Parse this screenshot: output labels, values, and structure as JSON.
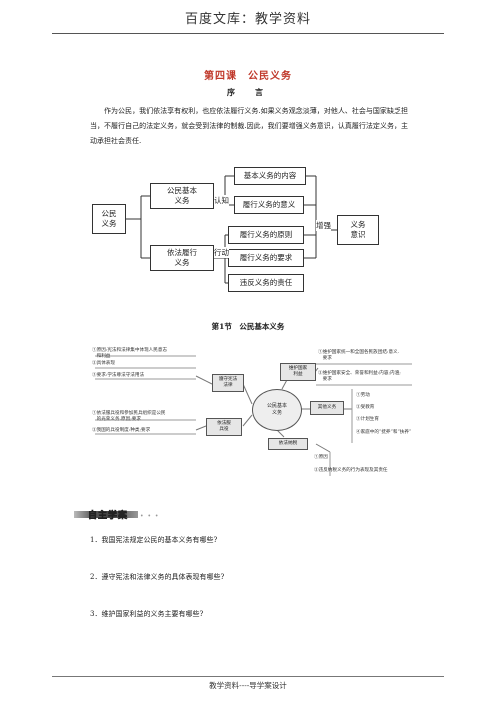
{
  "header": {
    "title": "百度文库：教学资料"
  },
  "lesson": {
    "title": "第四课　公民义务",
    "preface_title": "序　言",
    "preface_text": "作为公民，我们依法享有权利，也应依法履行义务.如果义务观念淡薄，对他人、社会与国家缺乏担当，不履行自己的法定义务，就会受到法律的制裁.因此，我们要增强义务意识，认真履行法定义务，主动承担社会责任."
  },
  "diagram1": {
    "root": "公民\n义务",
    "branch_top": "公民基本\n义务",
    "branch_bottom": "依法履行\n义务",
    "top_items": [
      "基本义务的内容",
      "履行义务的意义"
    ],
    "bottom_items": [
      "履行义务的原则",
      "履行义务的要求",
      "违反义务的责任"
    ],
    "label_recognize": "认知",
    "label_action": "行动",
    "label_enhance": "增强",
    "result": "义务\n意识"
  },
  "section": {
    "title": "第1节　公民基本义务"
  },
  "mindmap": {
    "center": "公民基本\n义务",
    "left_top_notes": [
      "①原因:宪法和法律集中体现人民意志\n　和利益",
      "②具体表现",
      "③要求:学法尊法守法用法"
    ],
    "left_top_box": "遵守宪法\n法律",
    "left_bottom_notes": [
      "①依法服兵役和参加民兵组织是公民\n　的光荣义务.原因;要求",
      "②我国的兵役制度:种类;要求"
    ],
    "left_bottom_box": "依法服\n兵役",
    "right_top_box": "维护国家\n利益",
    "right_top_notes": [
      "①维护国家统一和全国各民族团结:意义.\n　要求",
      "②维护国家安全、荣誉和利益:内容;内涵;\n　要求"
    ],
    "right_mid_box": "其他义务",
    "right_mid_notes": [
      "①劳动",
      "②受教育",
      "③计划生育",
      "④家庭中的“抚养”和“扶养”"
    ],
    "bottom_box": "依法纳税",
    "bottom_notes": [
      "①原因",
      "②违反纳税义务的行为表现及其责任"
    ]
  },
  "study": {
    "banner": "自主学案",
    "questions": [
      "1．我国宪法规定公民的基本义务有哪些?",
      "2．遵守宪法和法律义务的具体表现有哪些?",
      "3．维护国家利益的义务主要有哪些?"
    ]
  },
  "footer": {
    "text": "教学资料----导学案设计"
  }
}
